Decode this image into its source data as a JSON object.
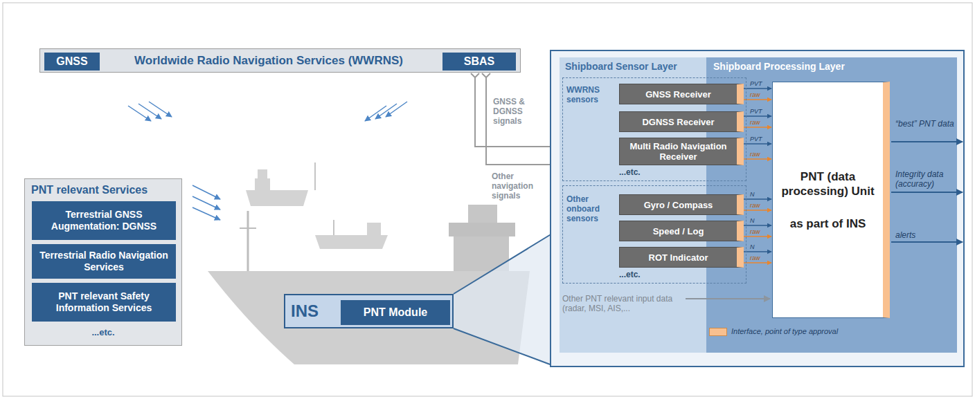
{
  "diagram": {
    "nodes": [
      {
        "text": [
          "Worldwide Radio Navigation Services (WWRNS)"
        ]
      },
      {
        "text": [
          "GNSS"
        ],
        "in": 0
      },
      {
        "text": [
          "SBAS"
        ],
        "in": 0
      },
      {
        "text": [
          "PNT relevant Services",
          "...etc."
        ]
      },
      {
        "text": [
          "Terrestrial GNSS Augmentation: DGNSS"
        ],
        "in": 3
      },
      {
        "text": [
          "Terrestrial Radio Navigation Services"
        ],
        "in": 3
      },
      {
        "text": [
          "PNT relevant Safety Information Services"
        ],
        "in": 3
      },
      {
        "text": [
          "INS"
        ]
      },
      {
        "text": [
          "PNT Module"
        ],
        "in": 7
      },
      {
        "text": [
          "Shipboard Sensor Layer"
        ]
      },
      {
        "text": [
          "WWRNS sensors",
          "...etc."
        ],
        "in": 9
      },
      {
        "text": [
          "GNSS Receiver"
        ],
        "in": 10
      },
      {
        "text": [
          "DGNSS Receiver"
        ],
        "in": 10
      },
      {
        "text": [
          "Multi Radio Navigation Receiver"
        ],
        "in": 10
      },
      {
        "text": [
          "Other onboard sensors",
          "...etc."
        ],
        "in": 9
      },
      {
        "text": [
          "Gyro / Compass"
        ],
        "in": 14
      },
      {
        "text": [
          "Speed / Log"
        ],
        "in": 14
      },
      {
        "text": [
          "ROT Indicator"
        ],
        "in": 14
      },
      {
        "text": [
          "Shipboard Processing Layer"
        ]
      },
      {
        "text": [
          "PNT (data processing) Unit",
          "as part of INS"
        ],
        "in": 18
      }
    ],
    "edges": [
      {
        "from": 11,
        "to": 19,
        "arrow": "to",
        "label": "PVT"
      },
      {
        "from": 11,
        "to": 19,
        "arrow": "to",
        "label": "raw"
      },
      {
        "from": 12,
        "to": 19,
        "arrow": "to",
        "label": "PVT"
      },
      {
        "from": 12,
        "to": 19,
        "arrow": "to",
        "label": "raw"
      },
      {
        "from": 13,
        "to": 19,
        "arrow": "to",
        "label": "PVT"
      },
      {
        "from": 13,
        "to": 19,
        "arrow": "to",
        "label": "raw"
      },
      {
        "from": 15,
        "to": 19,
        "arrow": "to",
        "label": "N"
      },
      {
        "from": 15,
        "to": 19,
        "arrow": "to",
        "label": "raw"
      },
      {
        "from": 16,
        "to": 19,
        "arrow": "to",
        "label": "N"
      },
      {
        "from": 16,
        "to": 19,
        "arrow": "to",
        "label": "raw"
      },
      {
        "from": 17,
        "to": 19,
        "arrow": "to",
        "label": "N"
      },
      {
        "from": 17,
        "to": 19,
        "arrow": "to",
        "label": "raw"
      }
    ],
    "labels": [
      "GNSS & DGNSS signals",
      "Other navigation signals",
      "Other PNT relevant input data (radar, MSI, AIS,...",
      "“best” PNT data",
      "Integrity data (accuracy)",
      "alerts"
    ],
    "legend": [
      {
        "text": "Interface, point of type approval",
        "color": "#f9c08f"
      }
    ]
  }
}
